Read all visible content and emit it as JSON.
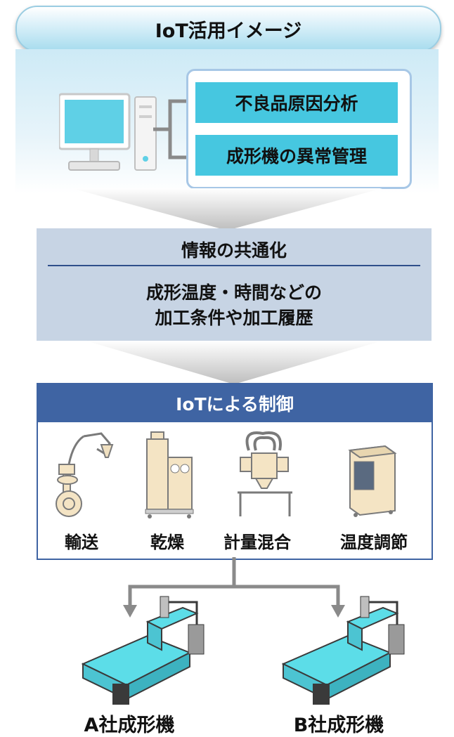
{
  "header": {
    "title": "IoT活用イメージ"
  },
  "analysis": {
    "items": [
      {
        "label": "不良品原因分析"
      },
      {
        "label": "成形機の異常管理"
      }
    ]
  },
  "info": {
    "title": "情報の共通化",
    "line1": "成形温度・時間などの",
    "line2": "加工条件や加工履歴"
  },
  "iot": {
    "title": "IoTによる制御",
    "equipment": [
      {
        "label": "輸送",
        "icon": "conveyor-loader-icon"
      },
      {
        "label": "乾燥",
        "icon": "dryer-icon"
      },
      {
        "label": "計量混合",
        "icon": "blender-icon"
      },
      {
        "label": "温度調節",
        "icon": "temperature-controller-icon"
      }
    ]
  },
  "machines": [
    {
      "label": "A社成形機"
    },
    {
      "label": "B社成形機"
    }
  ],
  "colors": {
    "accent_cyan": "#46c7e0",
    "navy": "#3f64a3",
    "info_bg": "#c7d4e4",
    "title_border": "#9bcde2"
  }
}
